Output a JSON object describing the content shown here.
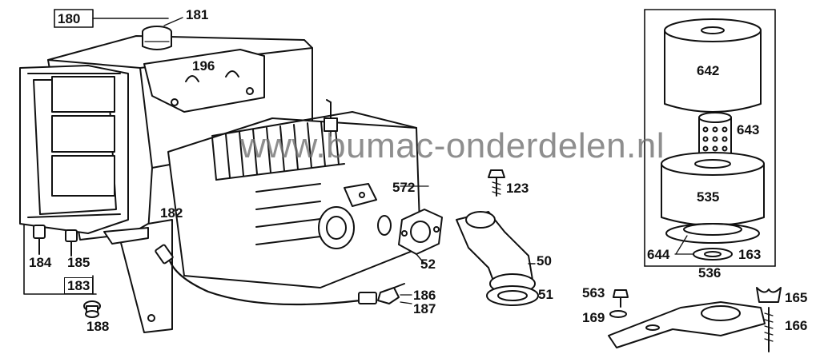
{
  "watermark": "www.bumac-onderdelen.nl",
  "labels": {
    "l180": "180",
    "l181": "181",
    "l196": "196",
    "l182": "182",
    "l184": "184",
    "l185": "185",
    "l183": "183",
    "l188": "188",
    "l572": "572",
    "l123": "123",
    "l52": "52",
    "l50": "50",
    "l51": "51",
    "l186": "186",
    "l187": "187",
    "l642": "642",
    "l643": "643",
    "l535": "535",
    "l644": "644",
    "l163": "163",
    "l536": "536",
    "l563": "563",
    "l169": "169",
    "l165": "165",
    "l166": "166"
  }
}
